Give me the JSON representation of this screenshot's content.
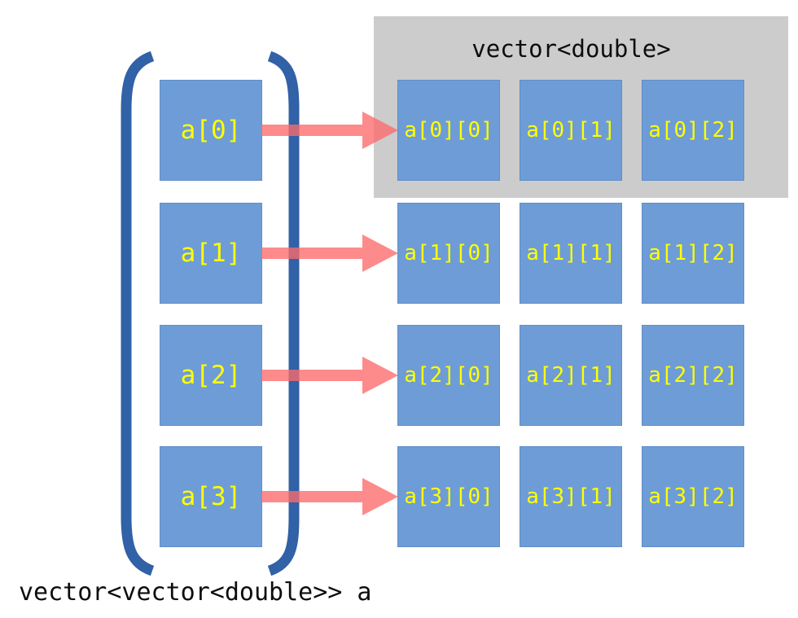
{
  "diagram": {
    "caption": "vector<vector<double>> a",
    "inner_vector_title": "vector<double>",
    "outer_vector": {
      "items": [
        {
          "label": "a[0]"
        },
        {
          "label": "a[1]"
        },
        {
          "label": "a[2]"
        },
        {
          "label": "a[3]"
        }
      ]
    },
    "inner_rows": [
      {
        "cells": [
          {
            "label": "a[0][0]"
          },
          {
            "label": "a[0][1]"
          },
          {
            "label": "a[0][2]"
          }
        ]
      },
      {
        "cells": [
          {
            "label": "a[1][0]"
          },
          {
            "label": "a[1][1]"
          },
          {
            "label": "a[1][2]"
          }
        ]
      },
      {
        "cells": [
          {
            "label": "a[2][0]"
          },
          {
            "label": "a[2][1]"
          },
          {
            "label": "a[2][2]"
          }
        ]
      },
      {
        "cells": [
          {
            "label": "a[3][0]"
          },
          {
            "label": "a[3][1]"
          },
          {
            "label": "a[3][2]"
          }
        ]
      }
    ],
    "colors": {
      "cell_fill": "#6e9cd6",
      "cell_border": "#5e8fc9",
      "cell_text": "#ffff00",
      "bracket": "#3161a6",
      "arrow": "#fc6a6a",
      "band_background": "#cccccc",
      "text": "#0d0d0d",
      "page_background": "#ffffff"
    }
  }
}
